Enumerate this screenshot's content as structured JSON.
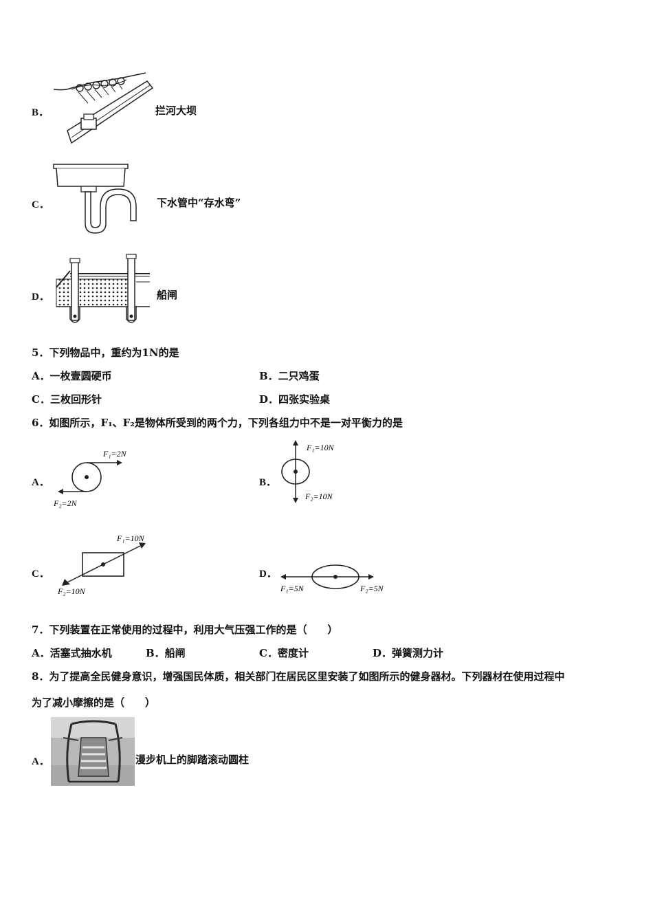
{
  "q4": {
    "B": {
      "label": "B．",
      "text": "拦河大坝"
    },
    "C": {
      "label": "C．",
      "text": "下水管中“存水弯”"
    },
    "D": {
      "label": "D．",
      "text": "船闸"
    }
  },
  "q5": {
    "stem": "5．下列物品中，重约为1N的是",
    "A": "A．一枚壹圆硬币",
    "B": "B．二只鸡蛋",
    "C": "C．三枚回形针",
    "D": "D．四张实验桌"
  },
  "q6": {
    "stem": "6．如图所示，F₁、F₂是物体所受到的两个力，下列各组力中不是一对平衡力的是",
    "A": {
      "label": "A．",
      "f1": "F₁=2N",
      "f2": "F₂=2N"
    },
    "B": {
      "label": "B．",
      "f1": "F₁=10N",
      "f2": "F₂=10N"
    },
    "C": {
      "label": "C．",
      "f1": "F₁=10N",
      "f2": "F₂=10N"
    },
    "D": {
      "label": "D．",
      "f1": "F₁=5N",
      "f2": "F₂=5N"
    }
  },
  "q7": {
    "stem": "7．下列装置在正常使用的过程中，利用大气压强工作的是（　　）",
    "A": "A．活塞式抽水机",
    "B": "B．船闸",
    "C": "C．密度计",
    "D": "D．弹簧测力计"
  },
  "q8": {
    "stem_line1": "8．为了提高全民健身意识，增强国民体质，相关部门在居民区里安装了如图所示的健身器材。下列器材在使用过程中",
    "stem_line2": "为了减小摩擦的是（　　）",
    "A": {
      "label": "A．",
      "text": "漫步机上的脚踏滚动圆柱"
    }
  }
}
